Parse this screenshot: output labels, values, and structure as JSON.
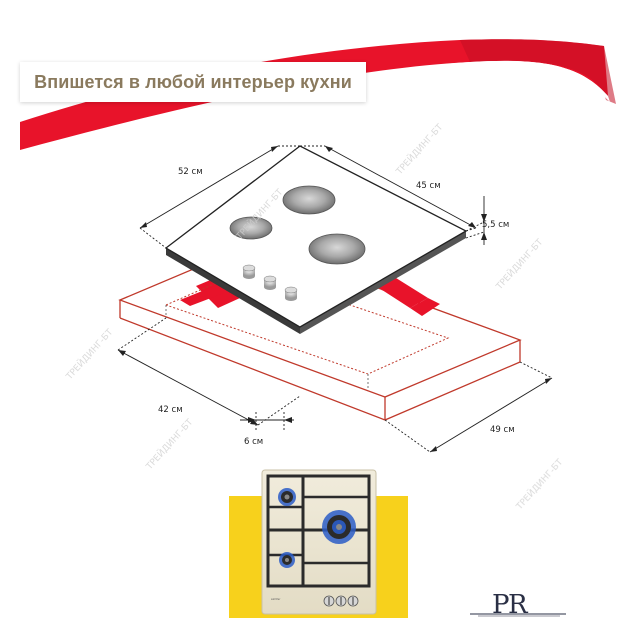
{
  "banner": {
    "title": "Впишется в любой интерьер кухни"
  },
  "dimensions": {
    "width_top": "52 см",
    "depth_top": "45 см",
    "height": "5,5 см",
    "cutout_width": "42 см",
    "cutout_depth": "49 см",
    "offset": "6 см"
  },
  "watermark": "ТРЕЙДИНГ-БТ",
  "product_photo": {
    "brand_label": "simfer"
  },
  "logo": {
    "letters": "PR"
  },
  "colors": {
    "ribbon": "#e8132a",
    "title_text": "#8a7a5e",
    "countertop_outline": "#c0392b",
    "cutout_red": "#e8132a",
    "yellow_backdrop": "#f7d11c",
    "panel_cream": "#ece6d2",
    "burner_blue": "#2a5cc7"
  }
}
